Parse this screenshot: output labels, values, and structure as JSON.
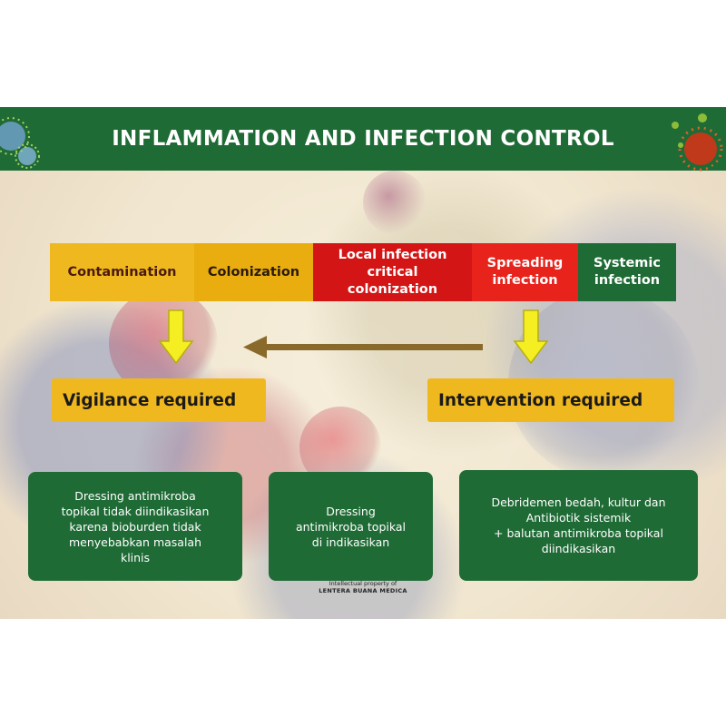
{
  "header": {
    "title": "INFLAMMATION AND INFECTION CONTROL"
  },
  "colors": {
    "header_green": "#1f6b35",
    "amber": "#f0b81f",
    "amber_dark": "#e9ad10",
    "red": "#d41515",
    "red_bright": "#e8231c",
    "arrow_yellow": "#f4ee22",
    "arrow_brown": "#8a6a2a"
  },
  "stages": [
    {
      "label": "Contamination",
      "bg": "#f0b81f",
      "color": "#4a1a0f"
    },
    {
      "label": "Colonization",
      "bg": "#e9ad10",
      "color": "#2a1a08"
    },
    {
      "label": "Local infection\ncritical\ncolonization",
      "bg": "#d41515",
      "color": "#ffffff"
    },
    {
      "label": "Spreading\ninfection",
      "bg": "#e8231c",
      "color": "#ffffff"
    },
    {
      "label": "Systemic\ninfection",
      "bg": "#1f6b35",
      "color": "#ffffff"
    }
  ],
  "requirements": {
    "vigilance": "Vigilance required",
    "intervention": "Intervention required"
  },
  "cards": {
    "left": "Dressing antimikroba\ntopikal tidak diindikasikan\nkarena bioburden tidak\nmenyebabkan masalah\nklinis",
    "middle": "Dressing\nantimikroba topikal\ndi indikasikan",
    "right": "Debridemen bedah, kultur dan\nAntibiotik sistemik\n+ balutan antimikroba topikal\ndiindikasikan"
  },
  "footer": {
    "line1": "Intellectual property of",
    "line2": "LENTERA BUANA MEDICA"
  },
  "icons": [
    "virus-icon-left",
    "virus-icon-right",
    "arrow-down-icon",
    "arrow-left-icon"
  ]
}
